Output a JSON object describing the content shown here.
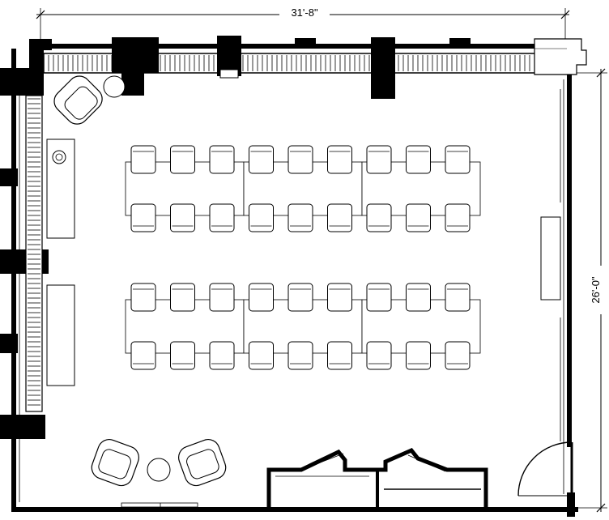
{
  "dimensions": {
    "width_label": "31'-8\"",
    "depth_label": "26'-0\""
  },
  "layout": {
    "type": "classroom",
    "table_blocks": 2,
    "tables_per_block": 3,
    "chairs_per_side": 9,
    "total_chairs": 36
  },
  "colors": {
    "wall": "#000000",
    "background": "#ffffff",
    "furniture_stroke": "#000000"
  }
}
